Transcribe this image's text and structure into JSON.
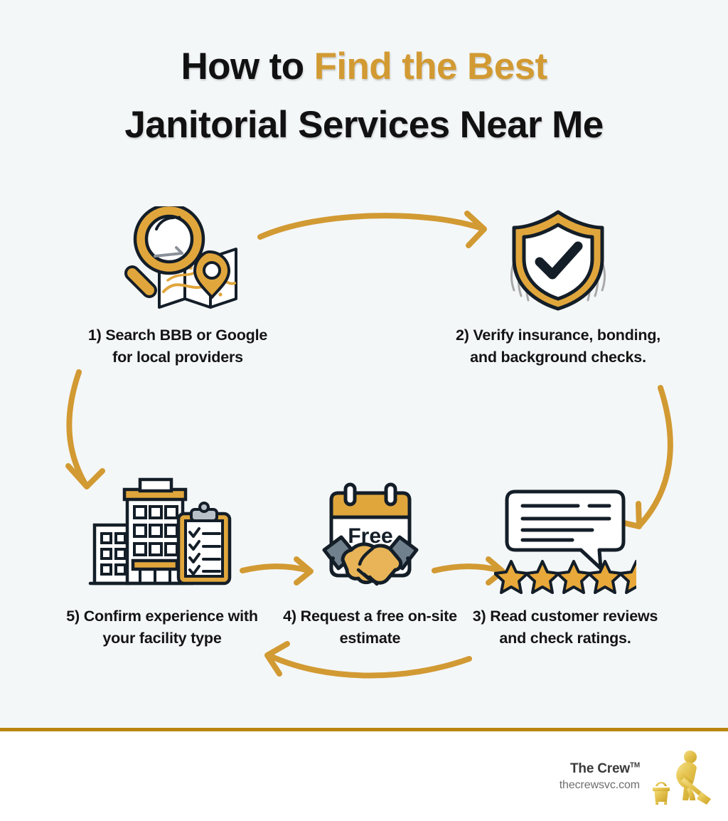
{
  "title": {
    "line1_prefix": "How to ",
    "line1_accent": "Find the Best",
    "line2": "Janitorial Services Near Me"
  },
  "colors": {
    "accent_gold": "#d29a33",
    "divider_gold": "#b8860f",
    "ink": "#141e28",
    "background": "#f4f7f8",
    "footer_background": "#ffffff",
    "star_gold": "#e8a93a"
  },
  "steps": [
    {
      "number": "1",
      "icon": "magnifier-map-icon",
      "caption": "1) Search BBB or Google for local providers"
    },
    {
      "number": "2",
      "icon": "shield-check-fingerprint-icon",
      "caption": "2) Verify insurance, bonding, and background checks."
    },
    {
      "number": "3",
      "icon": "review-bubble-stars-icon",
      "caption": "3) Read customer reviews and check ratings.",
      "star_count": 5
    },
    {
      "number": "4",
      "icon": "calendar-handshake-icon",
      "caption": "4) Request a free on-site estimate",
      "badge_text": "Free"
    },
    {
      "number": "5",
      "icon": "building-clipboard-icon",
      "caption": "5) Confirm experience with your facility type"
    }
  ],
  "arrows": [
    {
      "name": "arrow-step1-to-step2",
      "direction": "right"
    },
    {
      "name": "arrow-step2-to-step3",
      "direction": "down"
    },
    {
      "name": "arrow-step3-to-step5",
      "direction": "left"
    },
    {
      "name": "arrow-step5-to-step1",
      "direction": "up"
    },
    {
      "name": "arrow-step5-to-step4",
      "direction": "right"
    },
    {
      "name": "arrow-step4-to-step3",
      "direction": "right"
    }
  ],
  "footer": {
    "brand_name": "The Crew",
    "brand_tm": "TM",
    "url": "thecrewsvc.com",
    "logo": "janitor-mop-icon"
  }
}
